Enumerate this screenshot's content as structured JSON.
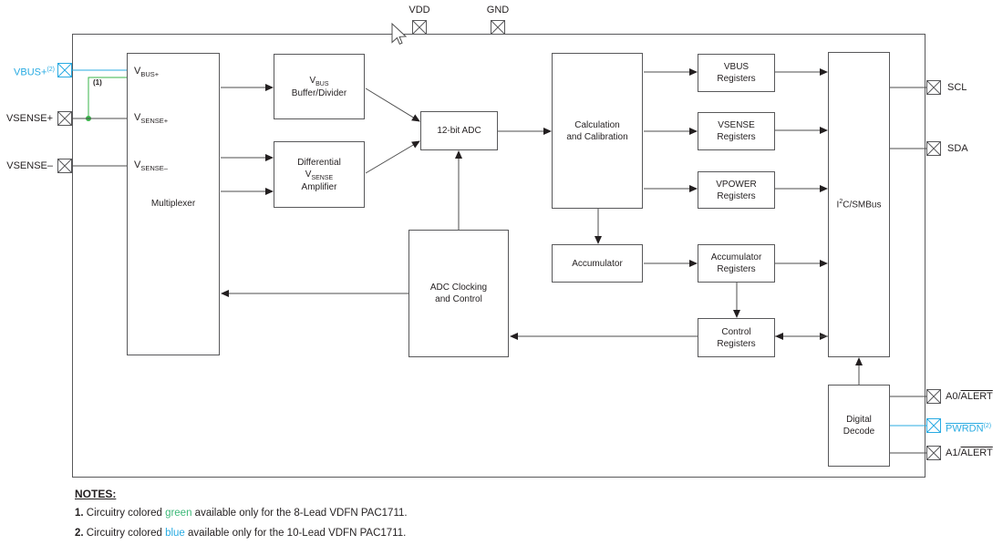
{
  "pins": {
    "vdd": {
      "label": "VDD"
    },
    "gnd": {
      "label": "GND"
    },
    "vbus_plus": {
      "label": "VBUS+",
      "sup": "(2)"
    },
    "vsense_plus": {
      "label": "VSENSE+"
    },
    "vsense_minus": {
      "label": "VSENSE–"
    },
    "scl": {
      "label": "SCL"
    },
    "sda": {
      "label": "SDA"
    },
    "a0_alert": {
      "prefix": "A0/",
      "overline": "ALERT"
    },
    "pwrdn": {
      "overline": "PWRDN",
      "sup": "(2)"
    },
    "a1_alert": {
      "prefix": "A1/",
      "overline": "ALERT"
    }
  },
  "blocks": {
    "multiplexer": {
      "label": "Multiplexer",
      "inputs": {
        "vbus": {
          "main": "V",
          "sub": "BUS+"
        },
        "vsense_p": {
          "main": "V",
          "sub": "SENSE+"
        },
        "vsense_m": {
          "main": "V",
          "sub": "SENSE–"
        }
      }
    },
    "vbus_buffer": {
      "line1_main": "V",
      "line1_sub": "BUS",
      "line2": "Buffer/Divider"
    },
    "diff_amp": {
      "line1": "Differential",
      "line2_main": "V",
      "line2_sub": "SENSE",
      "line3": "Amplifier"
    },
    "adc": {
      "label": "12-bit ADC"
    },
    "adc_clocking": {
      "line1": "ADC Clocking",
      "line2": "and Control"
    },
    "calc": {
      "line1": "Calculation",
      "line2": "and Calibration"
    },
    "accumulator": {
      "label": "Accumulator"
    },
    "vbus_registers": {
      "line1": "VBUS",
      "line2": "Registers"
    },
    "vsense_registers": {
      "line1": "VSENSE",
      "line2": "Registers"
    },
    "vpower_registers": {
      "line1": "VPOWER",
      "line2": "Registers"
    },
    "accumulator_registers": {
      "line1": "Accumulator",
      "line2": "Registers"
    },
    "control_registers": {
      "line1": "Control",
      "line2": "Registers"
    },
    "i2c_smbus": {
      "pre": "I",
      "sup": "2",
      "post": "C/SMBus"
    },
    "digital_decode": {
      "line1": "Digital",
      "line2": "Decode"
    }
  },
  "annotations": {
    "wire_note": "(1)"
  },
  "notes": {
    "heading": "NOTES:",
    "items": [
      {
        "num": "1.",
        "pre": " Circuitry colored ",
        "colored": "green",
        "color": "#3CB878",
        "post": " available only for the 8-Lead VDFN PAC1711."
      },
      {
        "num": "2.",
        "pre": " Circuitry colored ",
        "colored": "blue",
        "color": "#29ABE2",
        "post": " available only for the 10-Lead VDFN PAC1711."
      }
    ]
  },
  "colors": {
    "blue_accent": "#29ABE2",
    "green_wire": "#39B54A",
    "line": "#4D4D4D",
    "text": "#231F20"
  }
}
